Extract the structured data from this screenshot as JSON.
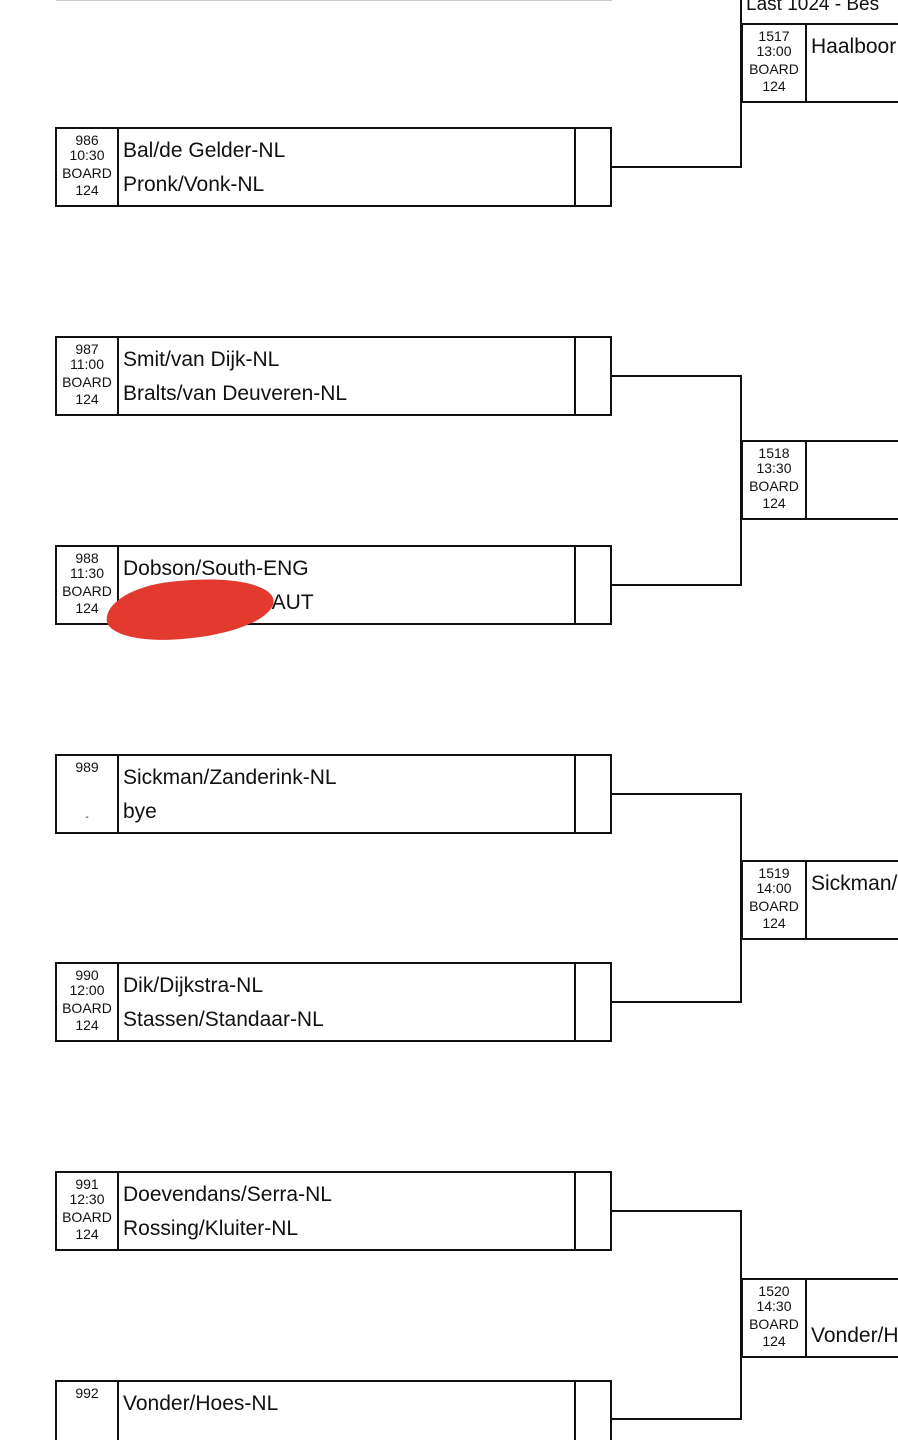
{
  "round_title": "Last 1024 - Bes",
  "left_matches": [
    {
      "num": "986",
      "time": "10:30",
      "board_label": "BOARD",
      "board": "124",
      "p1": "Bal/de Gelder-NL",
      "p2": "Pronk/Vonk-NL"
    },
    {
      "num": "987",
      "time": "11:00",
      "board_label": "BOARD",
      "board": "124",
      "p1": "Smit/van Dijk-NL",
      "p2": "Bralts/van Deuveren-NL"
    },
    {
      "num": "988",
      "time": "11:30",
      "board_label": "BOARD",
      "board": "124",
      "p1": "Dobson/South-ENG",
      "p2": "g-AUT"
    },
    {
      "num": "989",
      "time": "",
      "board_label": "",
      "board": "-",
      "p1": "Sickman/Zanderink-NL",
      "p2": "bye"
    },
    {
      "num": "990",
      "time": "12:00",
      "board_label": "BOARD",
      "board": "124",
      "p1": "Dik/Dijkstra-NL",
      "p2": "Stassen/Standaar-NL"
    },
    {
      "num": "991",
      "time": "12:30",
      "board_label": "BOARD",
      "board": "124",
      "p1": "Doevendans/Serra-NL",
      "p2": "Rossing/Kluiter-NL"
    },
    {
      "num": "992",
      "time": "",
      "board_label": "",
      "board": "",
      "p1": "Vonder/Hoes-NL",
      "p2": ""
    }
  ],
  "right_matches": [
    {
      "num": "1517",
      "time": "13:00",
      "board_label": "BOARD",
      "board": "124",
      "p1": "Haalboor",
      "p2": ""
    },
    {
      "num": "1518",
      "time": "13:30",
      "board_label": "BOARD",
      "board": "124",
      "p1": "",
      "p2": ""
    },
    {
      "num": "1519",
      "time": "14:00",
      "board_label": "BOARD",
      "board": "124",
      "p1": "Sickman/",
      "p2": ""
    },
    {
      "num": "1520",
      "time": "14:30",
      "board_label": "BOARD",
      "board": "124",
      "p1": "",
      "p2": "Vonder/H"
    }
  ]
}
